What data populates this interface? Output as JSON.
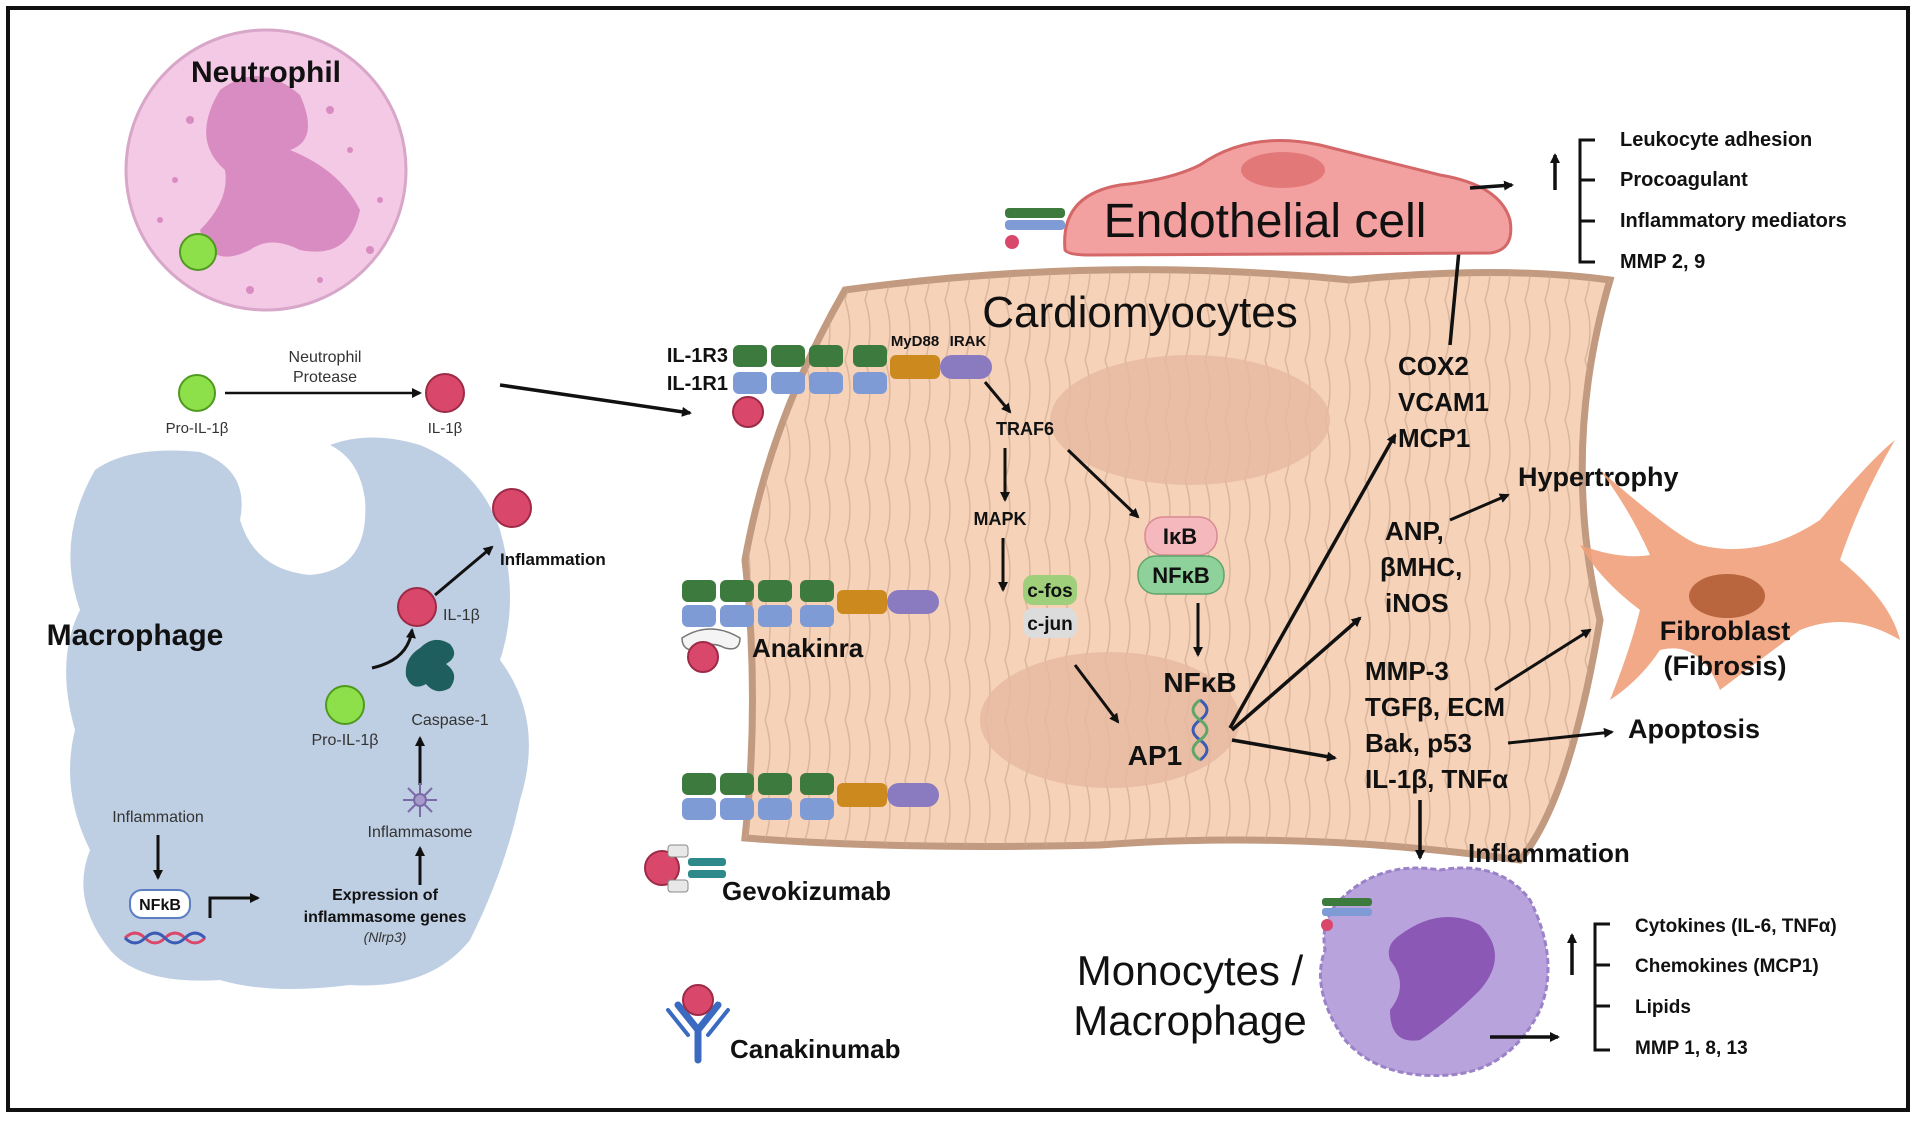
{
  "neutrophil": {
    "title": "Neutrophil",
    "protease_line1": "Neutrophil",
    "protease_line2": "Protease",
    "pro_il1b": "Pro-IL-1β",
    "il1b": "IL-1β"
  },
  "macrophage": {
    "title": "Macrophage",
    "inflammation_top": "Inflammation",
    "il1b": "IL-1β",
    "caspase": "Caspase-1",
    "pro_il1b": "Pro-IL-1β",
    "inflammasome": "Inflammasome",
    "inflammation_left": "Inflammation",
    "nfkb": "NFkB",
    "expression_line1": "Expression of",
    "expression_line2": "inflammasome genes",
    "expression_line3": "(Nlrp3)"
  },
  "receptor": {
    "il1r3": "IL-1R3",
    "il1r1": "IL-1R1",
    "myd88": "MyD88",
    "irak": "IRAK"
  },
  "drugs": {
    "anakinra": "Anakinra",
    "gevokizumab": "Gevokizumab",
    "canakinumab": "Canakinumab"
  },
  "cardiomyocyte": {
    "title": "Cardiomyocytes",
    "traf6": "TRAF6",
    "mapk": "MAPK",
    "ikb": "IκB",
    "nfkb_complex": "NFκB",
    "cfos": "c-fos",
    "cjun": "c-jun",
    "nfkb_nuclear": "NFκB",
    "ap1": "AP1"
  },
  "genes": {
    "group1": [
      "COX2",
      "VCAM1",
      "MCP1"
    ],
    "group2": [
      "ANP,",
      "βMHC,",
      "iNOS"
    ],
    "group3": [
      "MMP-3",
      "TGFβ, ECM",
      "Bak, p53",
      "IL-1β, TNFα"
    ]
  },
  "outcomes": {
    "hypertrophy": "Hypertrophy",
    "fibroblast_line1": "Fibroblast",
    "fibroblast_line2": "(Fibrosis)",
    "apoptosis": "Apoptosis",
    "inflammation": "Inflammation"
  },
  "endothelial": {
    "title": "Endothelial cell",
    "effects": [
      "Leukocyte adhesion",
      "Procoagulant",
      "Inflammatory mediators",
      "MMP 2, 9"
    ]
  },
  "monocyte": {
    "title_line1": "Monocytes /",
    "title_line2": "Macrophage",
    "effects": [
      "Cytokines (IL-6, TNFα)",
      "Chemokines (MCP1)",
      "Lipids",
      "MMP 1, 8, 13"
    ]
  },
  "colors": {
    "neutrophil_fill": "#f4c9e6",
    "nucleus": "#d98cc2",
    "pro_il1b": "#8ee04a",
    "il1b": "#d9486a",
    "macrophage": "#bfcfe3",
    "cardiomyocyte": "#f6d2b8",
    "cardio_border": "#c19a80",
    "endothelial": "#f2a0a0",
    "monocyte": "#b9a3dc",
    "fibroblast": "#f0a07a",
    "receptor_green": "#3d7a3d",
    "receptor_blue": "#7f9bd6",
    "myd88": "#cc8a1e",
    "irak": "#8a7bc1"
  }
}
